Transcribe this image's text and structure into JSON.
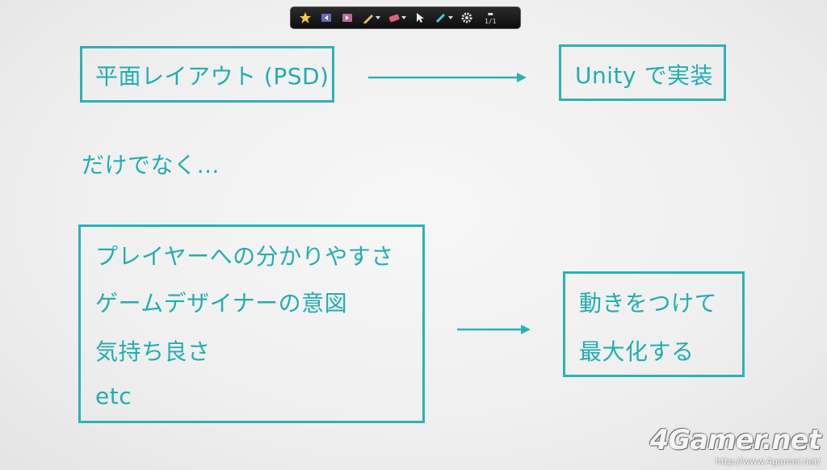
{
  "toolbar": {
    "page_indicator": "1/1",
    "icons": [
      "highlight-star-icon",
      "prev-slide-icon",
      "next-slide-icon",
      "pen-icon",
      "eraser-icon",
      "pointer-icon",
      "laser-icon",
      "gear-icon"
    ]
  },
  "slide": {
    "top_left_box": "平面レイアウト (PSD)",
    "top_right_box": "Unity で実装",
    "middle_text": "だけでなく…",
    "list_items": [
      "プレイヤーへの分かりやすさ",
      "ゲームデザイナーの意図",
      "気持ち良さ",
      "etc"
    ],
    "right_box_lines": [
      "動きをつけて",
      "最大化する"
    ]
  },
  "watermark": {
    "logo": "4Gamer.net",
    "url": "http://www.4gamer.net/"
  },
  "colors": {
    "accent": "#2ab3b5",
    "background": "#f2f2f2"
  }
}
